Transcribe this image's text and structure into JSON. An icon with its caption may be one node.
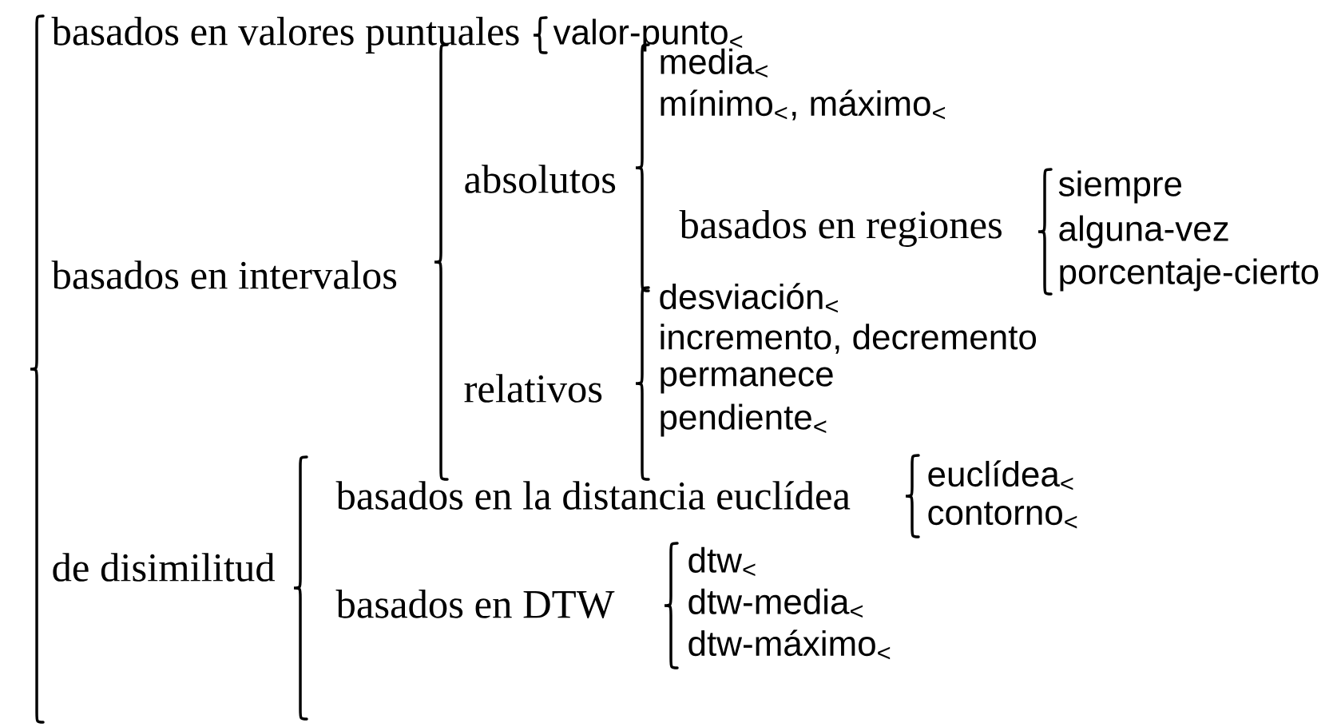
{
  "diagram": {
    "nodes": [
      {
        "text": [
          "basados en valores puntuales"
        ]
      },
      {
        "text": [
          "valor-punto$_{<}$"
        ]
      },
      {
        "text": [
          "basados en intervalos"
        ]
      },
      {
        "text": [
          "absolutos"
        ]
      },
      {
        "text": [
          "media$_{<}$"
        ]
      },
      {
        "text": [
          "mínimo$_{<}$, máximo$_{<}$"
        ]
      },
      {
        "text": [
          "basados en regiones"
        ]
      },
      {
        "text": [
          "siempre"
        ]
      },
      {
        "text": [
          "alguna-vez"
        ]
      },
      {
        "text": [
          "porcentaje-cierto"
        ]
      },
      {
        "text": [
          "relativos"
        ]
      },
      {
        "text": [
          "desviación$_{<}$"
        ]
      },
      {
        "text": [
          "incremento, decremento"
        ]
      },
      {
        "text": [
          "permanece"
        ]
      },
      {
        "text": [
          "pendiente$_{<}$"
        ]
      },
      {
        "text": [
          "de disimilitud"
        ]
      },
      {
        "text": [
          "basados en la distancia euclídea"
        ]
      },
      {
        "text": [
          "euclídea$_{<}$"
        ]
      },
      {
        "text": [
          "contorno$_{<}$"
        ]
      },
      {
        "text": [
          "basados en DTW"
        ]
      },
      {
        "text": [
          "dtw$_{<}$"
        ]
      },
      {
        "text": [
          "dtw-media$_{<}$"
        ]
      },
      {
        "text": [
          "dtw-máximo$_{<}$"
        ]
      }
    ]
  }
}
